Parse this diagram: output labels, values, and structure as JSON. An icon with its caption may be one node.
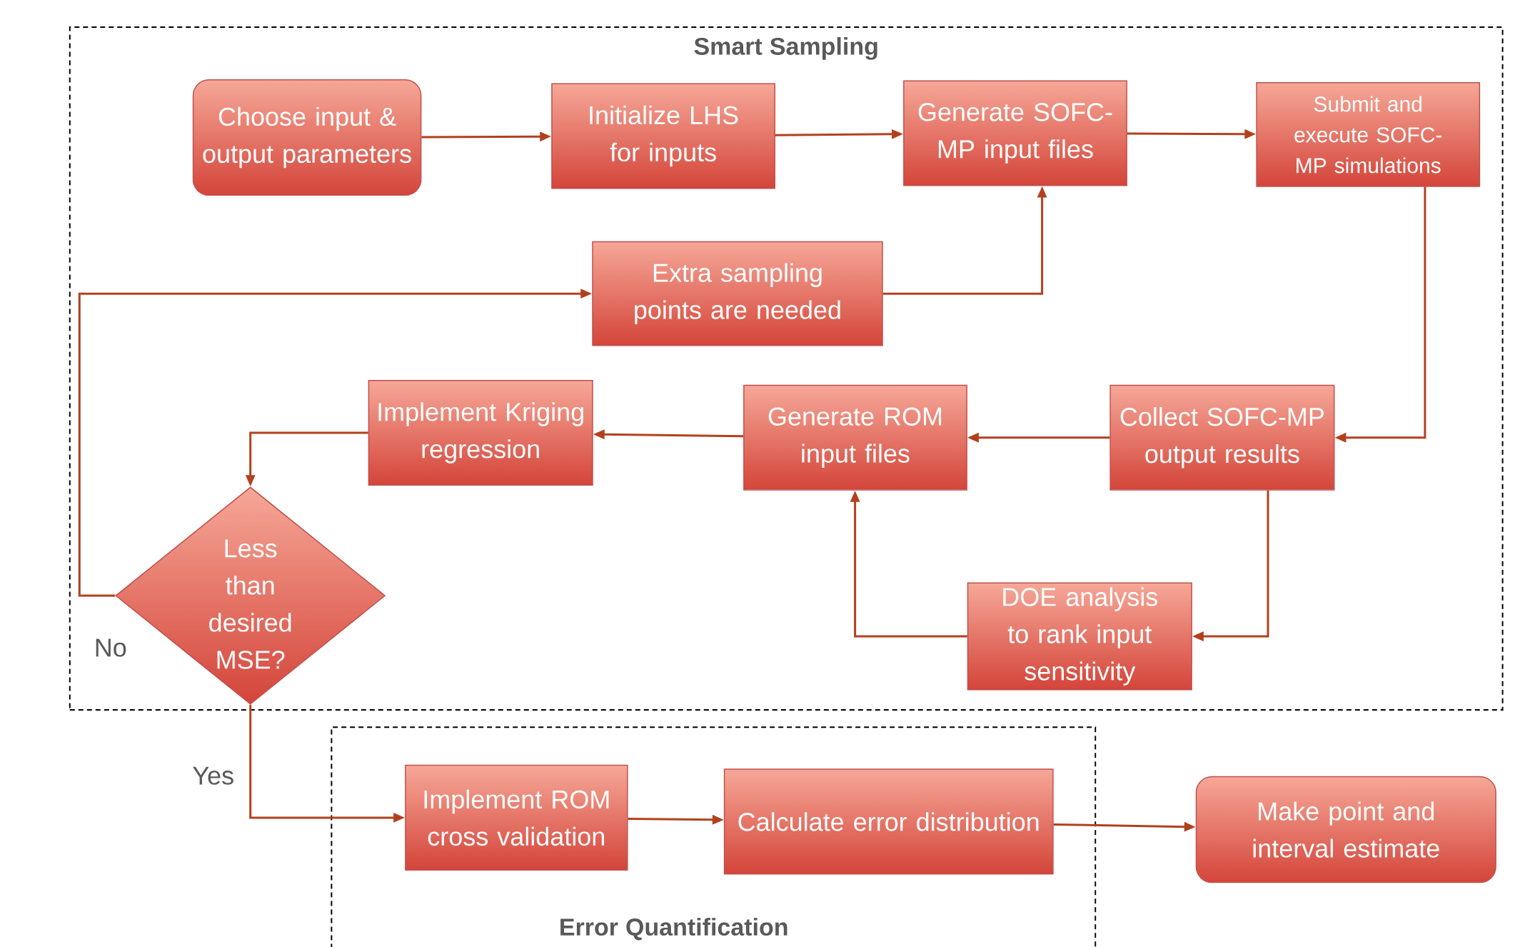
{
  "diagram": {
    "nodes": [
      {
        "text": [
          "Smart Sampling"
        ]
      },
      {
        "text": [
          "Choose input & output parameters"
        ],
        "in": 0
      },
      {
        "text": [
          "Initialize LHS for inputs"
        ],
        "in": 0
      },
      {
        "text": [
          "Generate SOFC-MP input files"
        ],
        "in": 0
      },
      {
        "text": [
          "Submit and execute SOFC-MP simulations"
        ],
        "in": 0
      },
      {
        "text": [
          "Extra sampling points are needed"
        ],
        "in": 0
      },
      {
        "text": [
          "Implement Kriging regression"
        ],
        "in": 0
      },
      {
        "text": [
          "Generate ROM input files"
        ],
        "in": 0
      },
      {
        "text": [
          "Collect SOFC-MP output results"
        ],
        "in": 0
      },
      {
        "text": [
          "Less than desired MSE?"
        ],
        "in": 0
      },
      {
        "text": [
          "DOE analysis to rank input sensitivity"
        ],
        "in": 0
      },
      {
        "text": [
          "Error Quantification"
        ]
      },
      {
        "text": [
          "Implement ROM cross validation"
        ],
        "in": 11
      },
      {
        "text": [
          "Calculate error distribution"
        ],
        "in": 11
      },
      {
        "text": [
          "Make point and interval estimate"
        ]
      }
    ],
    "edges": [
      {
        "from": 1,
        "to": 2,
        "arrow": "to"
      },
      {
        "from": 2,
        "to": 3,
        "arrow": "to"
      },
      {
        "from": 3,
        "to": 4,
        "arrow": "to"
      },
      {
        "from": 4,
        "to": 8,
        "arrow": "to"
      },
      {
        "from": 8,
        "to": 7,
        "arrow": "to"
      },
      {
        "from": 7,
        "to": 6,
        "arrow": "to"
      },
      {
        "from": 6,
        "to": 9,
        "arrow": "to"
      },
      {
        "from": 9,
        "to": 5,
        "arrow": "to",
        "label": "No"
      },
      {
        "from": 5,
        "to": 3,
        "arrow": "to"
      },
      {
        "from": 8,
        "to": 10,
        "arrow": "to"
      },
      {
        "from": 10,
        "to": 7,
        "arrow": "to"
      },
      {
        "from": 9,
        "to": 12,
        "arrow": "to",
        "label": "Yes"
      },
      {
        "from": 12,
        "to": 13,
        "arrow": "to"
      },
      {
        "from": 13,
        "to": 14,
        "arrow": "to"
      }
    ]
  }
}
